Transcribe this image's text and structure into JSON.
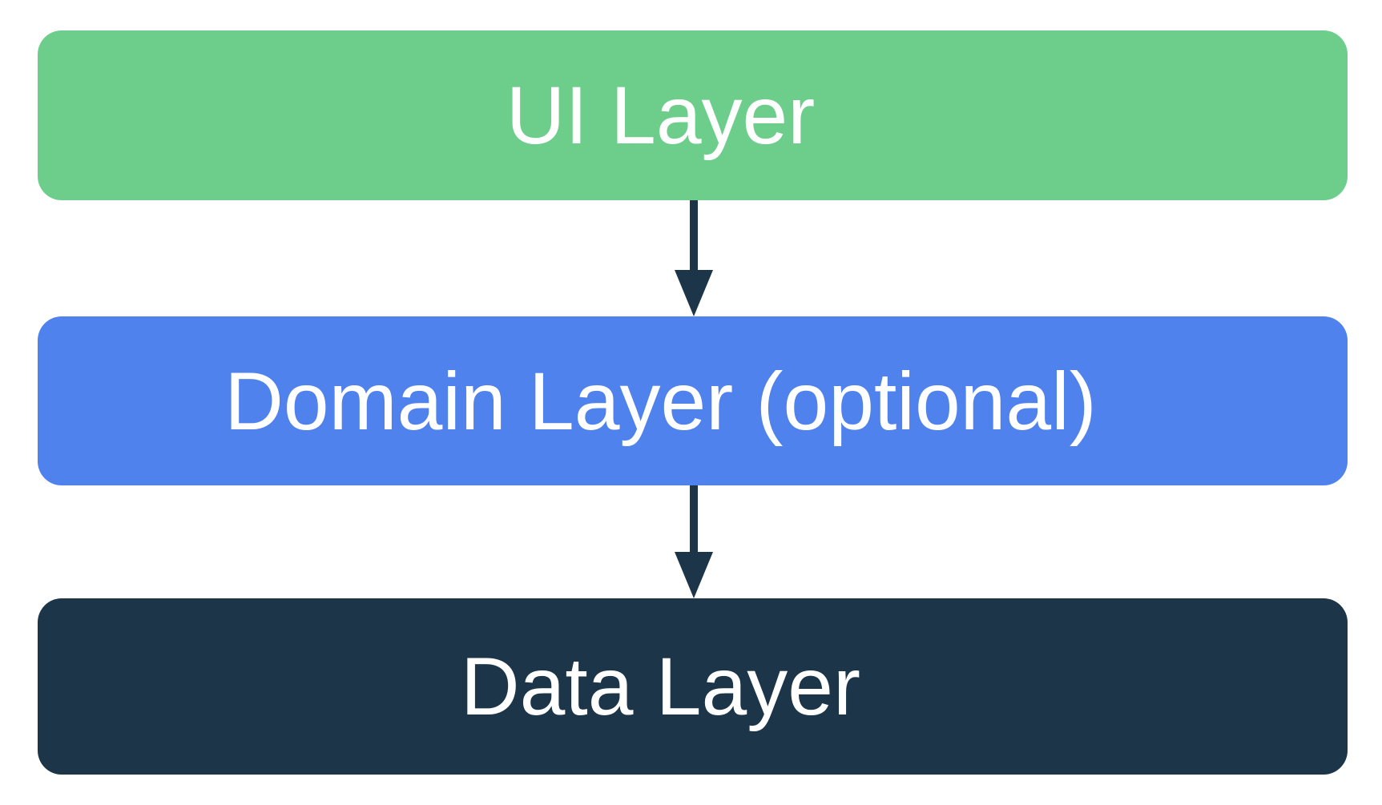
{
  "diagram": {
    "type": "layered-architecture-flow",
    "background_color": "#ffffff",
    "text_color": "#ffffff",
    "arrow_color": "#1c3548",
    "layers": [
      {
        "id": "ui",
        "label": "UI Layer",
        "color": "#6dce8c"
      },
      {
        "id": "domain",
        "label": "Domain Layer (optional)",
        "color": "#4f82ec"
      },
      {
        "id": "data",
        "label": "Data Layer",
        "color": "#1c3548"
      }
    ],
    "connections": [
      {
        "from": "ui",
        "to": "domain",
        "direction": "down"
      },
      {
        "from": "domain",
        "to": "data",
        "direction": "down"
      }
    ]
  }
}
